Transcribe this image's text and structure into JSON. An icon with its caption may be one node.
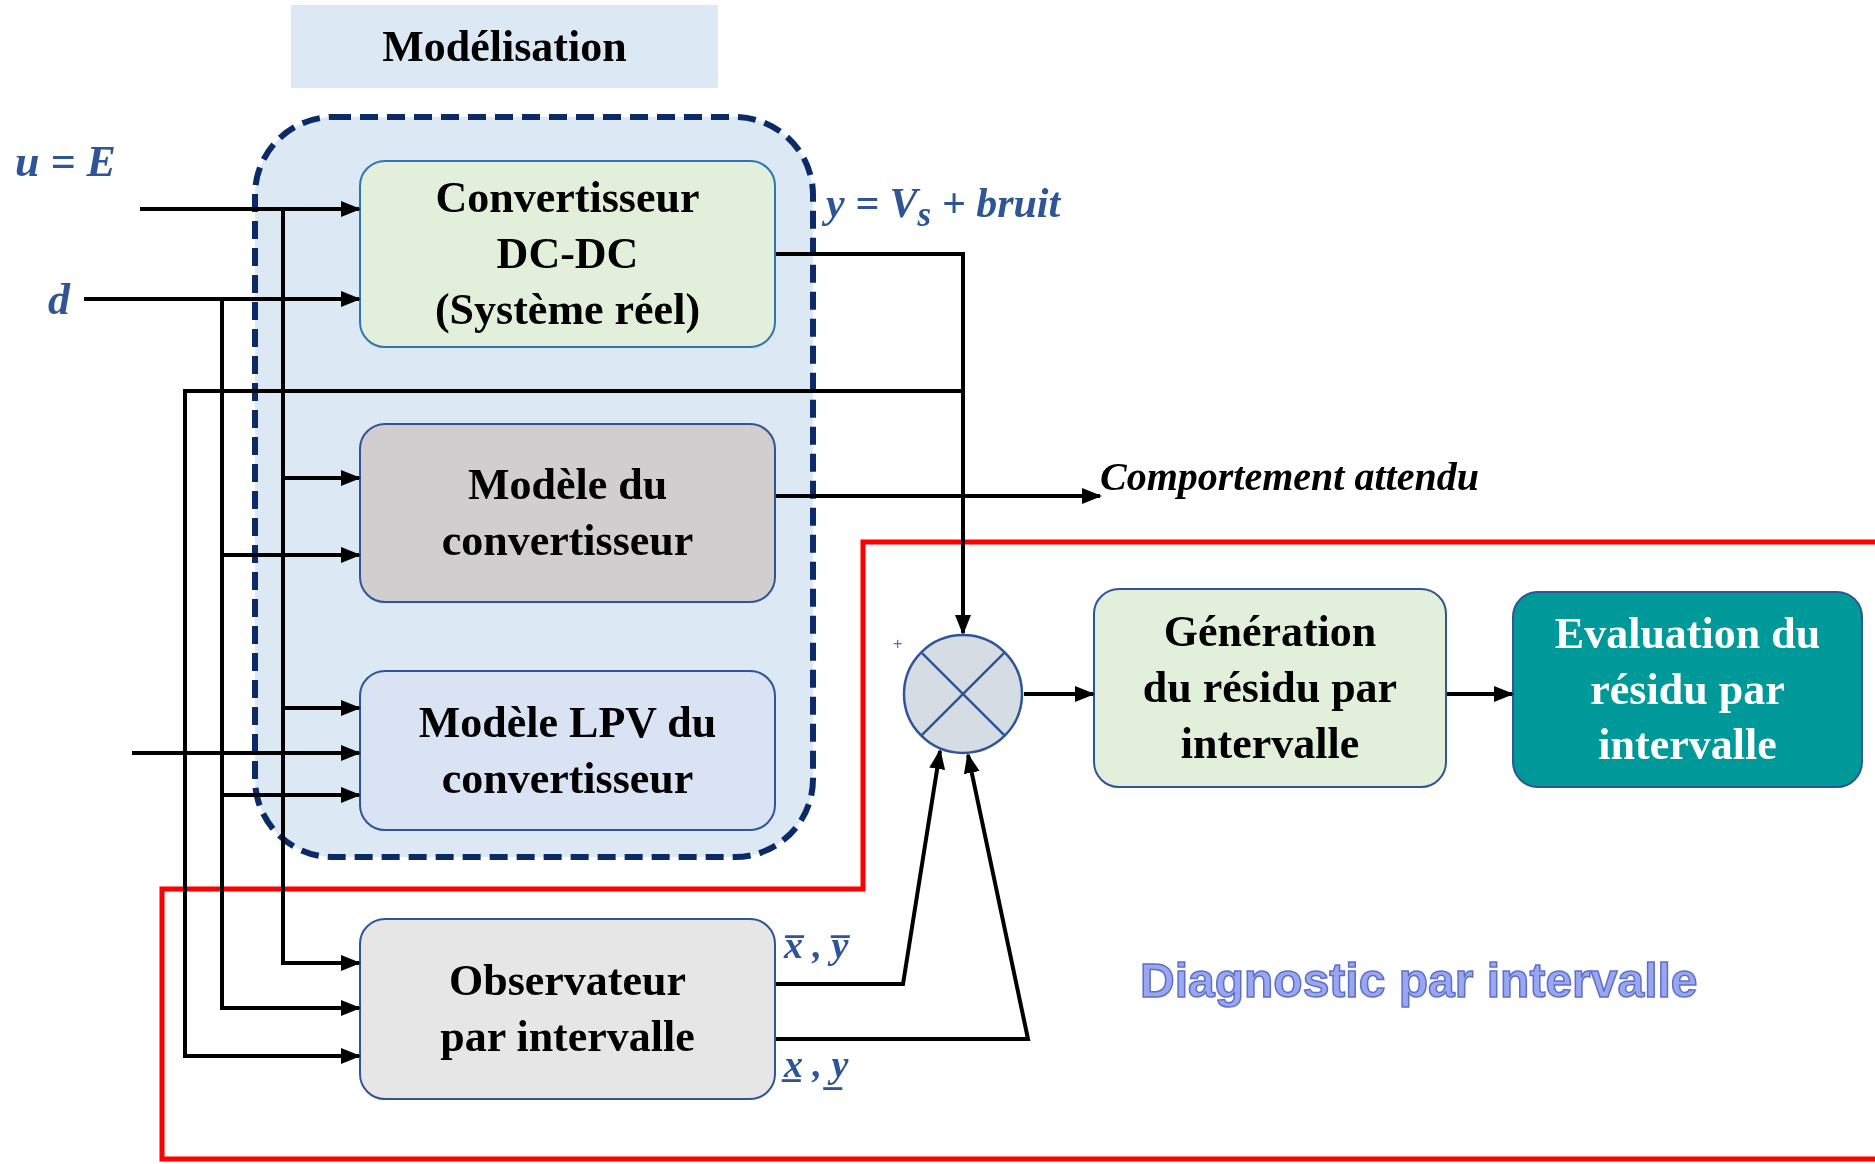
{
  "diagram": {
    "nodes": [
      {
        "text": [
          "Modélisation"
        ]
      },
      {
        "text": [
          "Convertisseur DC-DC (Système réel)"
        ],
        "in": 0
      },
      {
        "text": [
          "Modèle du convertisseur"
        ],
        "in": 0
      },
      {
        "text": [
          "Modèle LPV du convertisseur"
        ],
        "in": 0
      },
      {
        "text": [
          "u = E"
        ]
      },
      {
        "text": [
          "d"
        ]
      },
      {
        "text": [
          "Comportement attendu"
        ]
      },
      {
        "text": [
          "Observateur par intervalle"
        ]
      },
      {
        "text": [],
        "shape": "circle",
        "beside": [
          "+"
        ]
      },
      {
        "text": [
          "Génération du résidu par intervalle"
        ]
      },
      {
        "text": [
          "Evaluation du résidu par intervalle"
        ]
      }
    ],
    "edges": [
      {
        "from": 4,
        "to": 1,
        "arrow": "to"
      },
      {
        "from": 4,
        "to": 2,
        "arrow": "to"
      },
      {
        "from": 4,
        "to": 3,
        "arrow": "to"
      },
      {
        "from": 4,
        "to": 7,
        "arrow": "to"
      },
      {
        "from": 5,
        "to": 1,
        "arrow": "to"
      },
      {
        "from": 5,
        "to": 2,
        "arrow": "to"
      },
      {
        "from": 5,
        "to": 3,
        "arrow": "to"
      },
      {
        "from": 5,
        "to": 7,
        "arrow": "to"
      },
      {
        "from": null,
        "to": 3,
        "arrow": "to"
      },
      {
        "from": 1,
        "to": 8,
        "arrow": "to",
        "label": "y = V$_{s}$ + bruit"
      },
      {
        "from": 1,
        "to": 7,
        "arrow": "to"
      },
      {
        "from": 2,
        "to": 6,
        "arrow": "to"
      },
      {
        "from": 7,
        "to": 8,
        "arrow": "to",
        "label": "x̅ , y̅"
      },
      {
        "from": 7,
        "to": 8,
        "arrow": "to",
        "label": "x̲ , y̲"
      },
      {
        "from": 8,
        "to": 9,
        "arrow": "to"
      },
      {
        "from": 9,
        "to": 10,
        "arrow": "to"
      }
    ],
    "labels": [
      "Diagnostic par intervalle"
    ]
  }
}
